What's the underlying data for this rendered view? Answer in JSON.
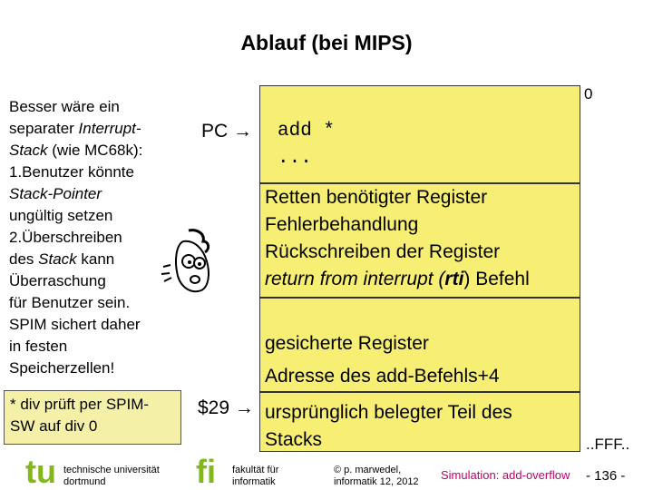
{
  "title": "Ablauf (bei MIPS)",
  "left": {
    "l1": "Besser wäre ein",
    "l2a": "separater ",
    "l2b": "Interrupt-",
    "l3a": "Stack",
    "l3b": " (wie MC68k):",
    "l4": "1.Benutzer könnte",
    "l5": "Stack-Pointer",
    "l6": "ungültig setzen",
    "l7": "2.Überschreiben",
    "l8a": "des ",
    "l8b": "Stack",
    "l8c": " kann",
    "l9": "Überraschung",
    "l10": "für Benutzer sein.",
    "l11": "SPIM sichert daher",
    "l12": "in festen",
    "l13": "Speicherzellen!"
  },
  "note": {
    "l1": "* div prüft per SPIM-",
    "l2": "SW auf div 0"
  },
  "memory": {
    "zero": "0",
    "pc_label": "PC",
    "arrow": "→",
    "instr": "add *",
    "dots": "...",
    "handler": {
      "l1": "Retten benötigter Register",
      "l2": "Fehlerbehandlung",
      "l3": "Rückschreiben der Register",
      "l4a": "return from interrupt (",
      "l4b": "rti",
      "l4c": ") Befehl"
    },
    "saved": {
      "l1": "gesicherte Register",
      "l2": "Adresse des add-Befehls+4"
    },
    "reg_label": "$29",
    "stack": {
      "l1": "ursprünglich belegter Teil des",
      "l2": "Stacks"
    },
    "fff": "..FFF.."
  },
  "footer": {
    "tu_logo": "tu",
    "tu_l1": "technische universität",
    "tu_l2": "dortmund",
    "fi_logo": "fi",
    "fi_l1": "fakultät für",
    "fi_l2": "informatik",
    "copy_l1": "© p. marwedel,",
    "copy_l2": "informatik 12,  2012",
    "sim": "Simulation: add-overflow",
    "page": "- 136 -"
  },
  "colors": {
    "memory_fill": "#f7ef73",
    "note_fill": "#f5f0a8",
    "logo_green": "#84b819",
    "sim_text": "#c0006a"
  }
}
